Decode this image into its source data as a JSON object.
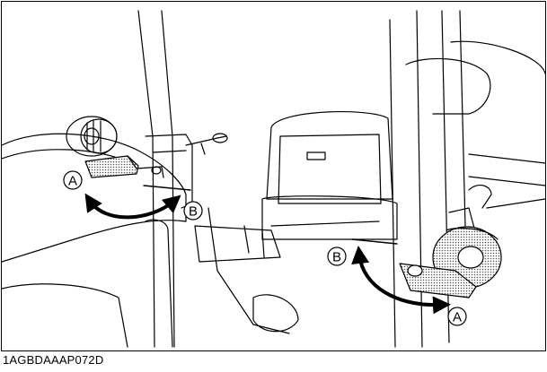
{
  "figure": {
    "caption": "1AGBDAAAP072D",
    "callouts": {
      "a_left": "A",
      "b_left": "B",
      "b_right": "B",
      "a_right": "A"
    }
  }
}
